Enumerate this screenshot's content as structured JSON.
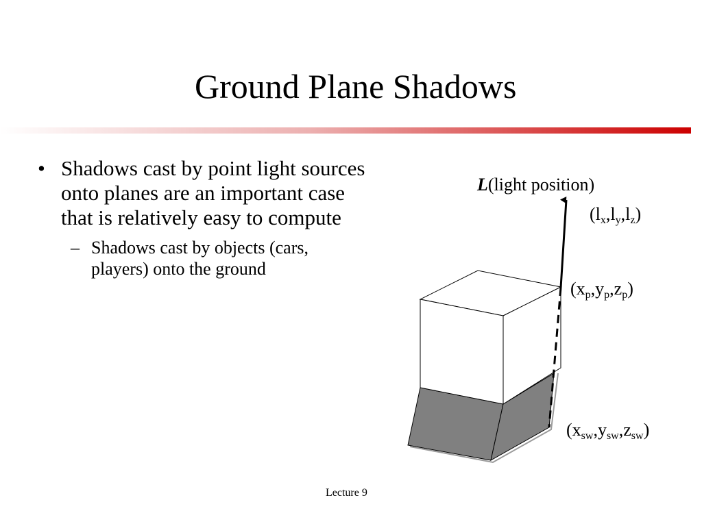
{
  "slide": {
    "title": "Ground Plane Shadows",
    "bullets": [
      {
        "text": "Shadows cast by point light sources onto planes are an important case that is relatively easy to compute",
        "sub": "Shadows cast by objects (cars, players) onto the ground"
      }
    ],
    "footer": "Lecture 9"
  },
  "diagram": {
    "light_symbol": "L",
    "light_label": "(light position)",
    "light_coord": {
      "open": "(",
      "a": "l",
      "as": "x",
      "b": "l",
      "bs": "y",
      "c": "l",
      "cs": "z",
      "close": ")"
    },
    "point_coord": {
      "open": "(",
      "a": "x",
      "as": "p",
      "b": "y",
      "bs": "p",
      "c": "z",
      "cs": "p",
      "close": ")"
    },
    "shadow_coord": {
      "open": "(",
      "a": "x",
      "as": "sw",
      "b": "y",
      "bs": "sw",
      "c": "z",
      "cs": "sw",
      "close": ")"
    },
    "sep": ",",
    "colors": {
      "shadow_fill": "#808080",
      "title_rule": "#cc0000"
    }
  }
}
